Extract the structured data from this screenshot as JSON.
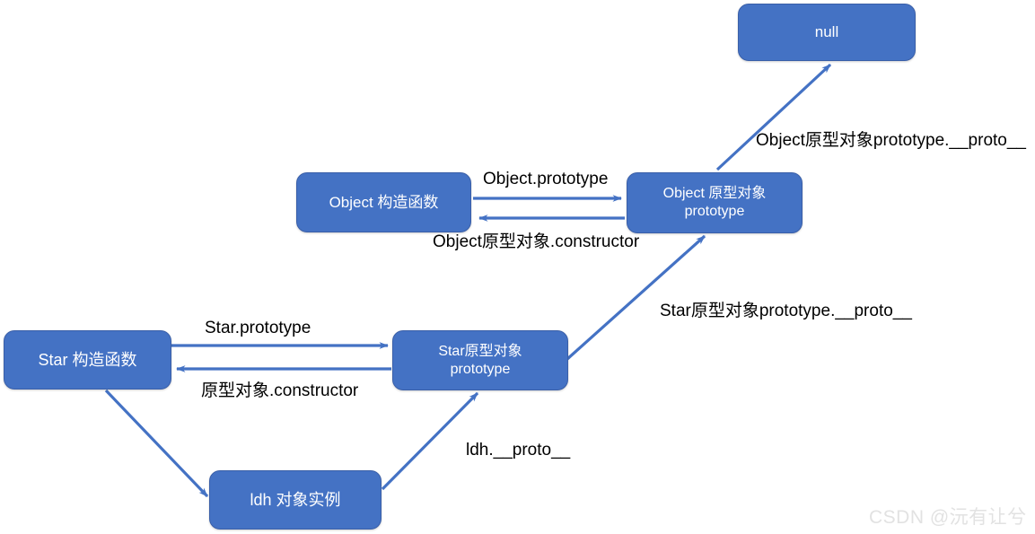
{
  "diagram": {
    "title": "JavaScript prototype chain diagram",
    "accent_color": "#4472C4",
    "arrow_color": "#4472C4",
    "label_color": "#000000",
    "background": "#ffffff",
    "nodes": [
      {
        "id": "null",
        "label": "null",
        "line2": ""
      },
      {
        "id": "obj-ctor",
        "label": "Object 构造函数",
        "line2": ""
      },
      {
        "id": "obj-proto",
        "label": "Object 原型对象",
        "line2": "prototype"
      },
      {
        "id": "star-ctor",
        "label": "Star 构造函数",
        "line2": ""
      },
      {
        "id": "star-proto",
        "label": "Star原型对象",
        "line2": "prototype"
      },
      {
        "id": "ldh",
        "label": "ldh 对象实例",
        "line2": ""
      }
    ],
    "edges": [
      {
        "id": "object-prototype",
        "label": "Object.prototype",
        "from": "obj-ctor",
        "to": "obj-proto"
      },
      {
        "id": "object-constructor",
        "label": "Object原型对象.constructor",
        "from": "obj-proto",
        "to": "obj-ctor"
      },
      {
        "id": "object-proto-proto",
        "label": "Object原型对象prototype.__proto__",
        "from": "obj-proto",
        "to": "null"
      },
      {
        "id": "star-proto-proto",
        "label": "Star原型对象prototype.__proto__",
        "from": "star-proto",
        "to": "obj-proto"
      },
      {
        "id": "star-prototype",
        "label": "Star.prototype",
        "from": "star-ctor",
        "to": "star-proto"
      },
      {
        "id": "star-constructor",
        "label": "原型对象.constructor",
        "from": "star-proto",
        "to": "star-ctor"
      },
      {
        "id": "ldh-proto",
        "label": "ldh.__proto__",
        "from": "ldh",
        "to": "star-proto"
      }
    ]
  },
  "watermark": {
    "text": "CSDN @沅有让兮"
  }
}
